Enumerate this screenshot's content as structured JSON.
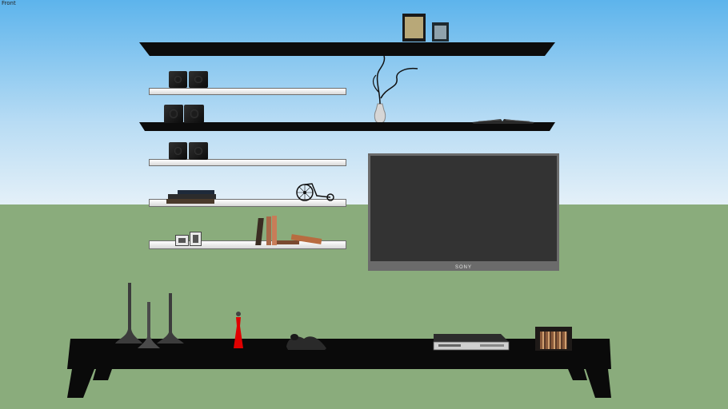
{
  "viewport": {
    "view_name": "Front",
    "colors": {
      "sky_top": "#5db4ec",
      "sky_horizon": "#e4f0f8",
      "ground": "#8aac7c",
      "tv_frame": "#6b6b6b",
      "tv_screen": "#333333",
      "dark_shelf": "#0c0c0c",
      "figurine": "#e00000"
    }
  },
  "scene": {
    "tv_brand": "SONY",
    "objects": [
      "wall-shelves",
      "bookshelf-speakers",
      "decorative-vase",
      "flat-screen-tv",
      "tv-console",
      "candle-holders",
      "red-figurine",
      "dvd-player",
      "cd-box",
      "books",
      "tricycle-ornament",
      "photo-frames",
      "picture-box"
    ]
  }
}
